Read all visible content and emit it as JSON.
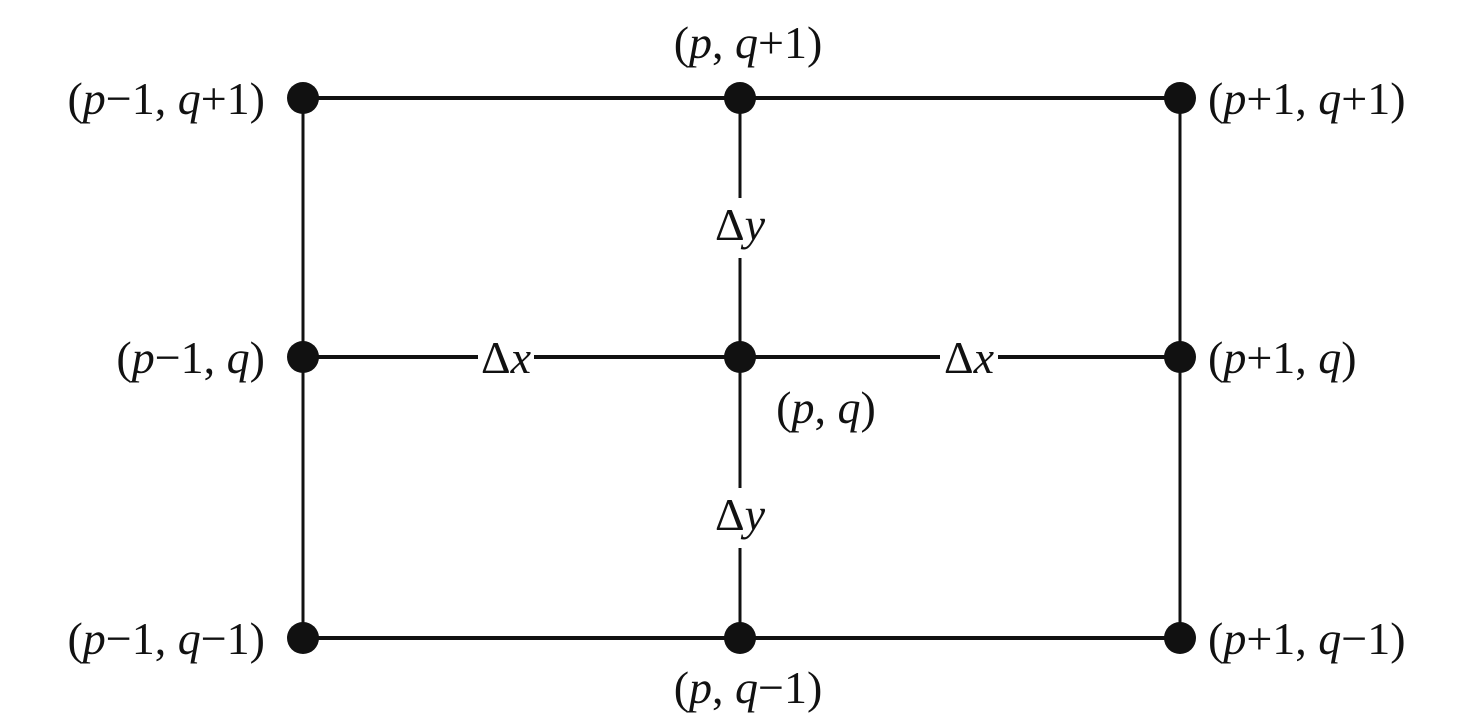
{
  "title": "Finite difference grid stencil",
  "colors": {
    "ink": "#111111",
    "background": "#ffffff"
  },
  "nodes": {
    "top_left": "(p−1, q+1)",
    "top_center": "(p, q+1)",
    "top_right": "(p+1, q+1)",
    "middle_left": "(p−1, q)",
    "center": "(p, q)",
    "middle_right": "(p+1, q)",
    "bottom_left": "(p−1, q−1)",
    "bottom_center": "(p, q−1)",
    "bottom_right": "(p+1, q−1)"
  },
  "spacings": {
    "dx_left": "Δx",
    "dx_right": "Δx",
    "dy_top": "Δy",
    "dy_bottom": "Δy"
  }
}
